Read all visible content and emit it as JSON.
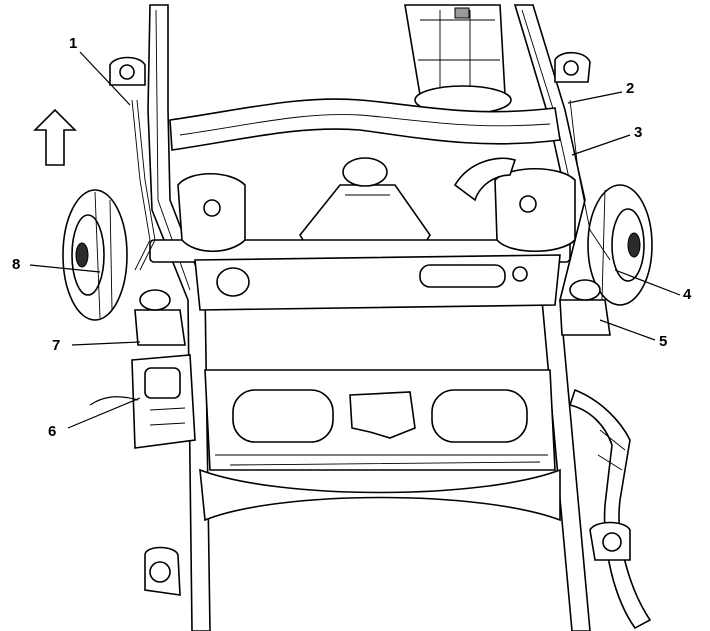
{
  "callouts": [
    {
      "id": "1",
      "label": "1"
    },
    {
      "id": "2",
      "label": "2"
    },
    {
      "id": "3",
      "label": "3"
    },
    {
      "id": "4",
      "label": "4"
    },
    {
      "id": "5",
      "label": "5"
    },
    {
      "id": "6",
      "label": "6"
    },
    {
      "id": "7",
      "label": "7"
    },
    {
      "id": "8",
      "label": "8"
    }
  ],
  "direction_arrow": {
    "icon": "arrow-up-icon",
    "meaning": "forward"
  },
  "colors": {
    "line": "#000000",
    "fill": "#ffffff",
    "shade": "#9a9a9a"
  }
}
